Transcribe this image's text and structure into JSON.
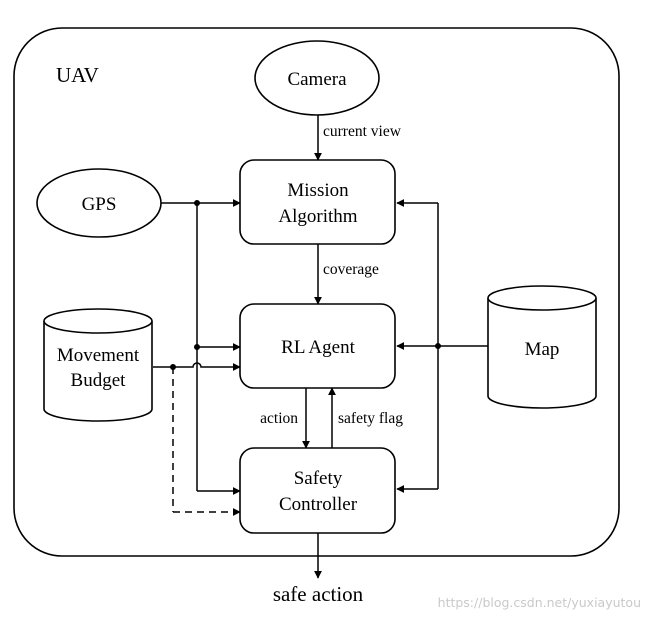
{
  "container": {
    "label": "UAV"
  },
  "nodes": {
    "camera": {
      "label": "Camera"
    },
    "gps": {
      "label": "GPS"
    },
    "mission_algorithm": {
      "line1": "Mission",
      "line2": "Algorithm"
    },
    "rl_agent": {
      "label": "RL Agent"
    },
    "safety_controller": {
      "line1": "Safety",
      "line2": "Controller"
    },
    "movement_budget": {
      "line1": "Movement",
      "line2": "Budget"
    },
    "map": {
      "label": "Map"
    }
  },
  "edges": {
    "current_view": "current view",
    "coverage": "coverage",
    "action": "action",
    "safety_flag": "safety flag"
  },
  "output": {
    "label": "safe action"
  },
  "watermark": "https://blog.csdn.net/yuxiayutou"
}
